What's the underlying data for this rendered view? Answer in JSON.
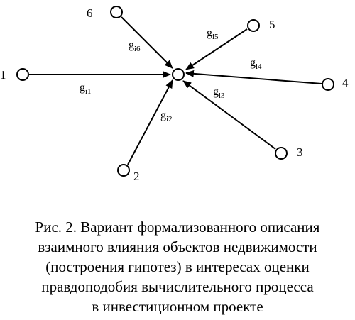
{
  "diagram": {
    "center_node": {
      "id": "i"
    },
    "nodes": [
      {
        "id": "1",
        "label": "1"
      },
      {
        "id": "2",
        "label": "2"
      },
      {
        "id": "3",
        "label": "3"
      },
      {
        "id": "4",
        "label": "4"
      },
      {
        "id": "5",
        "label": "5"
      },
      {
        "id": "6",
        "label": "6"
      }
    ],
    "edges": [
      {
        "from": "1",
        "to": "i",
        "label_main": "g",
        "label_sub": "i1"
      },
      {
        "from": "2",
        "to": "i",
        "label_main": "g",
        "label_sub": "i2"
      },
      {
        "from": "3",
        "to": "i",
        "label_main": "g",
        "label_sub": "i3"
      },
      {
        "from": "4",
        "to": "i",
        "label_main": "g",
        "label_sub": "i4"
      },
      {
        "from": "5",
        "to": "i",
        "label_main": "g",
        "label_sub": "i5"
      },
      {
        "from": "6",
        "to": "i",
        "label_main": "g",
        "label_sub": "i6"
      }
    ]
  },
  "caption": {
    "lines": [
      "Рис. 2. Вариант формализованного описания",
      "взаимного влияния объектов недвижимости",
      "(построения гипотез) в интересах оценки",
      "правдоподобия вычислительного процесса",
      "в инвестиционном проекте"
    ]
  }
}
